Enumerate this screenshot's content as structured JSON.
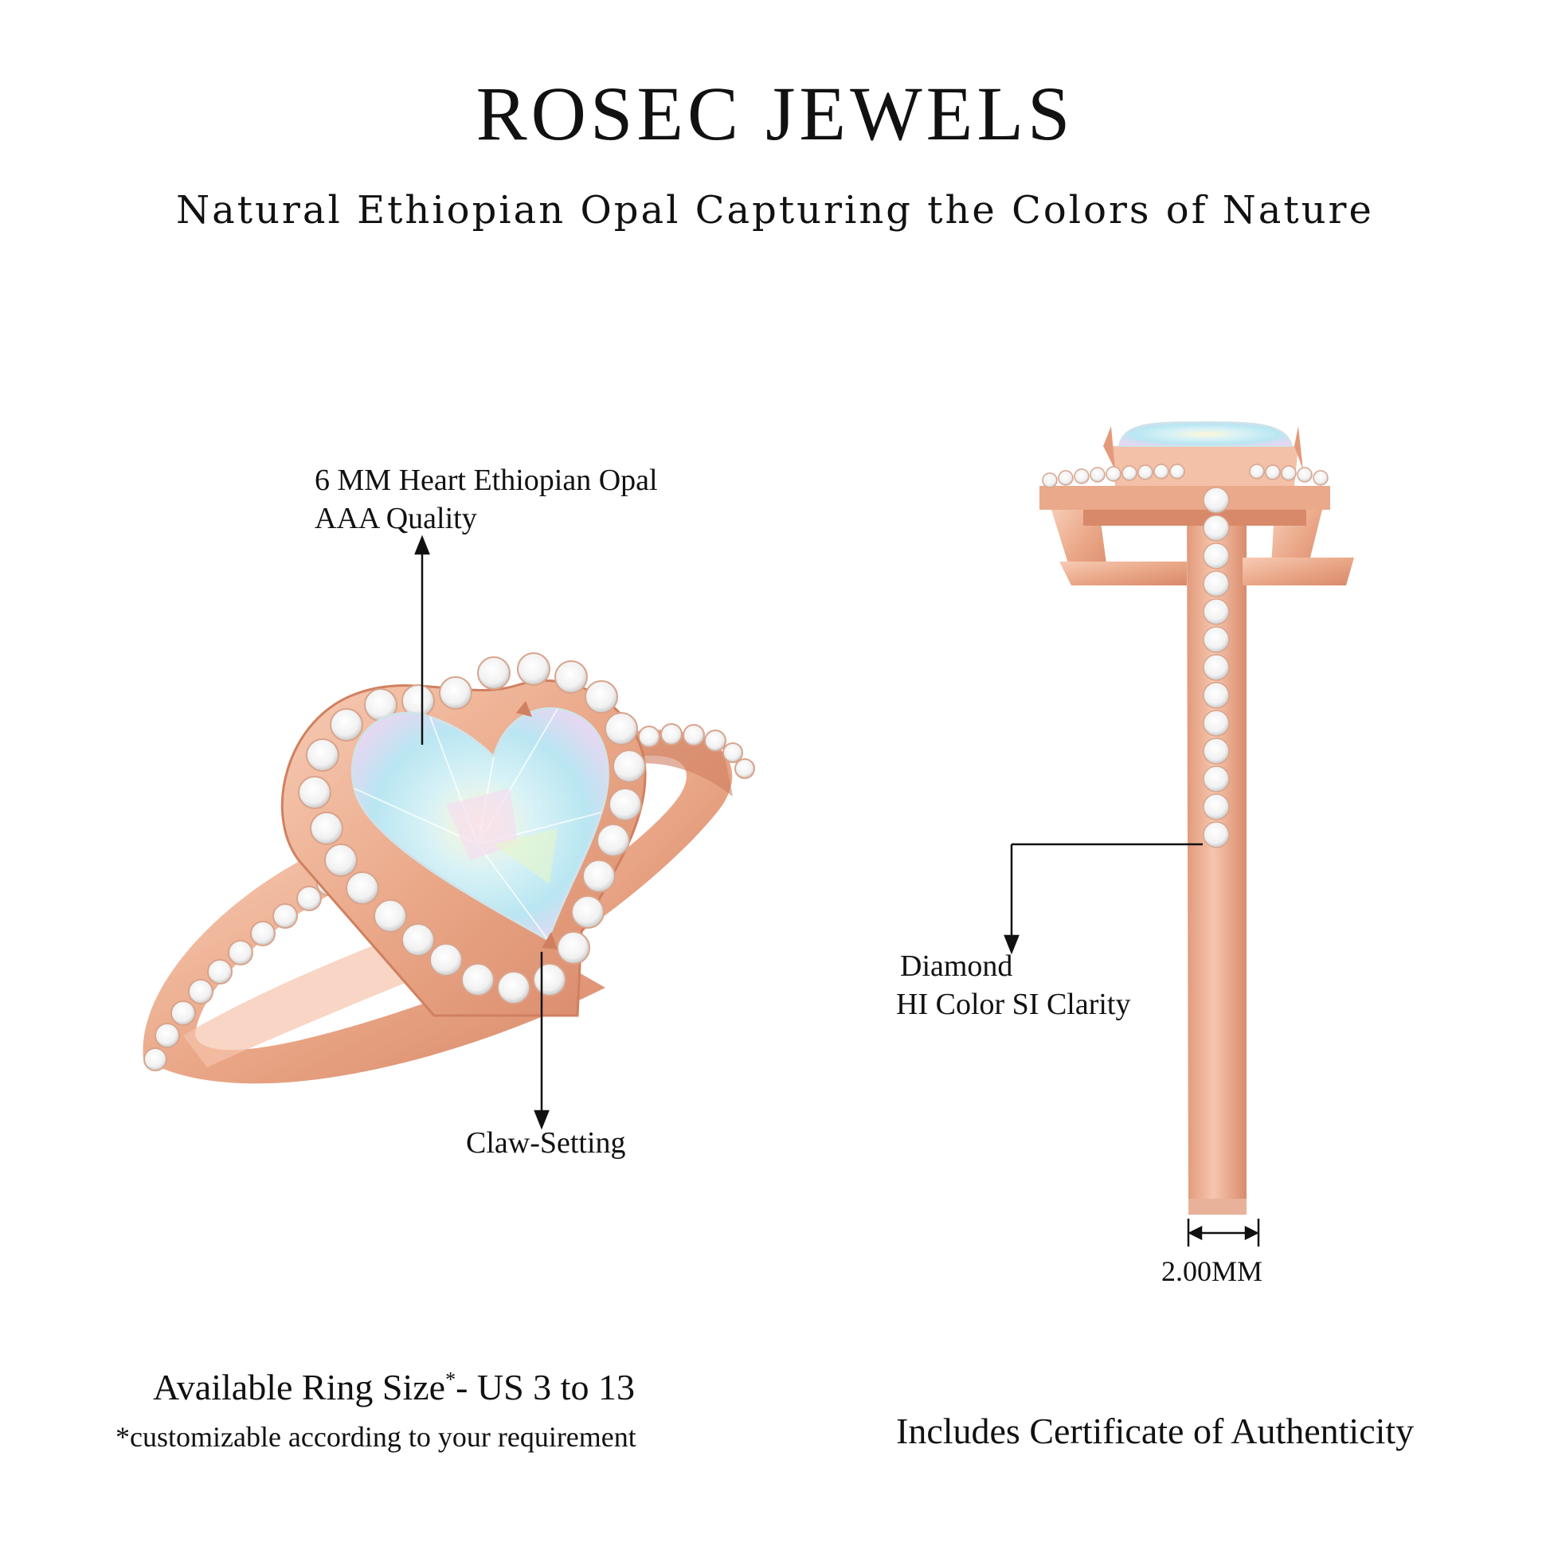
{
  "brand": "ROSEC JEWELS",
  "tagline": "Natural Ethiopian Opal Capturing the Colors of Nature",
  "callouts": {
    "opal_line1": "6 MM Heart Ethiopian Opal",
    "opal_line2": "AAA Quality",
    "claw": "Claw-Setting",
    "diamond_line1": "Diamond",
    "diamond_line2": "HI Color SI Clarity",
    "width": "2.00MM"
  },
  "footer": {
    "ring_size_main": "Available Ring Size",
    "ring_size_star": "*",
    "ring_size_range": "- US 3 to 13",
    "ring_size_note": "*customizable according to your requirement",
    "certificate": "Includes Certificate of Authenticity"
  },
  "colors": {
    "rose_gold": "#f0b49a",
    "rose_gold_dark": "#d98d6e",
    "diamond": "#ffffff",
    "opal": "#c8eaf0"
  }
}
